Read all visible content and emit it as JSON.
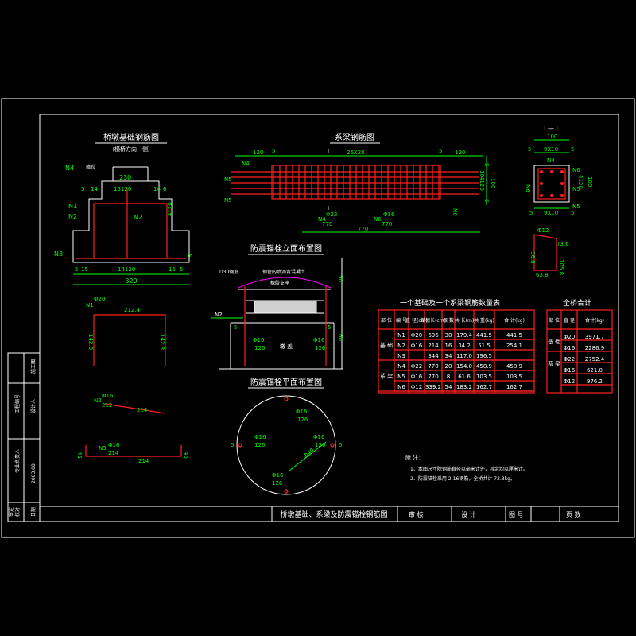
{
  "colors": {
    "background": "#000000",
    "frame": "#ffffff",
    "dim": "#00ff00",
    "rebar": "#ff2020",
    "concrete": "#ffffff",
    "note": "#ffff00"
  },
  "views": {
    "pier_foundation": {
      "title": "桥墩基础钢筋图",
      "subtitle": "（横桥方向一侧）",
      "label_n4": "N4",
      "label_n1": "N1",
      "label_n2a": "N2",
      "label_n2b": "N2",
      "label_n3": "N3",
      "dims": {
        "top": "230",
        "row2a": "5",
        "row2b": "14",
        "row2c": "15120",
        "row2d": "14",
        "row2e": "6",
        "right_h": "4120",
        "bot1": "5",
        "bot2": "15",
        "bot3": "14120",
        "bot4": "15",
        "bot5": "5",
        "total": "320",
        "side_left": "5",
        "side_right": "5",
        "marker": "赣珍"
      }
    },
    "tie_beam": {
      "title": "系梁钢筋图",
      "section_mark_top": "I",
      "section_mark_bot": "I",
      "dims": {
        "left": "120",
        "five_a": "5",
        "mid": "26X20",
        "five_b": "5",
        "right": "120",
        "r1": "10",
        "r2": "5",
        "r3": "4120",
        "r4": "100",
        "r5": "5"
      },
      "labels": {
        "n4": "N4",
        "n5": "N5",
        "n5b": "N5",
        "n4b": "N4",
        "n6b": "N6",
        "n6": "N6",
        "d22": "Φ22",
        "d16": "Φ16",
        "l770a": "770",
        "l770b": "770",
        "l770c": "770"
      }
    },
    "section": {
      "title": "I — I",
      "d100": "100",
      "d9x10": "9X10",
      "d5a": "5",
      "d5b": "5",
      "n4": "N4",
      "n6": "N6",
      "n5": "N5",
      "n6b": "N6",
      "n5b": "N5",
      "h1": "4120",
      "h2": "100",
      "bot": "9X10",
      "b5": "5",
      "b5b": "5",
      "bar": {
        "d": "Φ12",
        "l1": "73.6",
        "l2": "105.8",
        "l3": "36.8",
        "l4": "63.8"
      }
    },
    "anchor_elev": {
      "title": "防震锚栓立面布置图",
      "label_pad": "D30钢筋",
      "label_asphalt": "钢管内填沥青混凝土",
      "label_rubber": "橡胶支座",
      "label_n2": "N2",
      "d16a": "Φ16",
      "l126a": "126",
      "d16b": "Φ16",
      "l126b": "126",
      "center": "墩    盖",
      "d5a": "5",
      "d5b": "5",
      "h50": "50",
      "h60": "60"
    },
    "anchor_plan": {
      "title": "防震锚栓平面布置图",
      "p1d": "Φ16",
      "p1l": "126",
      "p2d": "Φ16",
      "p2l": "126",
      "p3d": "Φ16",
      "p3l": "126",
      "p4d": "Φ16",
      "p4l": "126",
      "dia": "Φ40",
      "five_l": "5",
      "five_r": "5"
    },
    "bar_n1": {
      "d": "Φ20",
      "n": "N1",
      "len": "212.4",
      "h_left": "142.8",
      "h_right": "142.8"
    },
    "bar_n2": {
      "n": "N2",
      "d": "Φ16",
      "len": "212",
      "base": "214"
    },
    "bar_n3": {
      "n": "N3",
      "d": "Φ16",
      "len": "214",
      "base": "214",
      "side_l": "45",
      "side_r": "45"
    }
  },
  "table1": {
    "title": "一个基础及一个系梁钢筋数量表",
    "headers": [
      "部 位",
      "编 号",
      "直 径(cm)",
      "单根长(cm)",
      "根 数",
      "共 长(m)",
      "共 重(kg)",
      "合 计(kg)"
    ],
    "groups": [
      {
        "name": "基 础",
        "total": "",
        "rows": [
          {
            "no": "N1",
            "dia": "Φ20",
            "len": "696",
            "cnt": "30",
            "tl": "179.4",
            "tw": "441.5",
            "sum": "441.5"
          },
          {
            "no": "N2",
            "dia": "Φ16",
            "len": "214",
            "cnt": "16",
            "tl": "34.2",
            "tw": "51.5",
            "sum": "254.1"
          },
          {
            "no": "N3",
            "dia": "",
            "len": "344",
            "cnt": "34",
            "tl": "117.0",
            "tw": "196.5",
            "sum": ""
          }
        ]
      },
      {
        "name": "系 梁",
        "total": "",
        "rows": [
          {
            "no": "N4",
            "dia": "Φ22",
            "len": "770",
            "cnt": "20",
            "tl": "154.0",
            "tw": "458.9",
            "sum": "458.9"
          },
          {
            "no": "N5",
            "dia": "Φ16",
            "len": "770",
            "cnt": "8",
            "tl": "61.6",
            "tw": "103.5",
            "sum": "103.5"
          },
          {
            "no": "N6",
            "dia": "Φ12",
            "len": "339.2",
            "cnt": "54",
            "tl": "183.2",
            "tw": "162.7",
            "sum": "162.7"
          }
        ]
      }
    ]
  },
  "table2": {
    "title": "全桥合计",
    "headers": [
      "部 位",
      "直 径",
      "合计(kg)"
    ],
    "rows": [
      {
        "part": "基 础",
        "dia": "Φ20",
        "val": "3971.7"
      },
      {
        "part": "",
        "dia": "Φ16",
        "val": "2286.9"
      },
      {
        "part": "系 梁",
        "dia": "Φ22",
        "val": "2752.4"
      },
      {
        "part": "",
        "dia": "Φ16",
        "val": "621.0"
      },
      {
        "part": "",
        "dia": "Φ12",
        "val": "976.2"
      }
    ]
  },
  "notes": {
    "title": "附 注：",
    "line1": "1、本图尺寸除钢筋直径以毫米计外，其余均以厘米计。",
    "line2": "2、防震锚栓采用 2-16钢筋，全桥共计 72.3kg。"
  },
  "title_block": {
    "drawing_title": "桥墩基础、系梁及防震锚栓钢筋图",
    "check": "审 核",
    "design": "设 计",
    "drawing_no_label": "图  号",
    "page_label": "页  数"
  },
  "side_block": {
    "stage": "施工图",
    "rev": "I",
    "c1": "工程编号",
    "c2": "专业负责人",
    "c3": "设计人",
    "date": "2003.08",
    "c4": "校对",
    "c5": "审定",
    "c6": "日期"
  }
}
